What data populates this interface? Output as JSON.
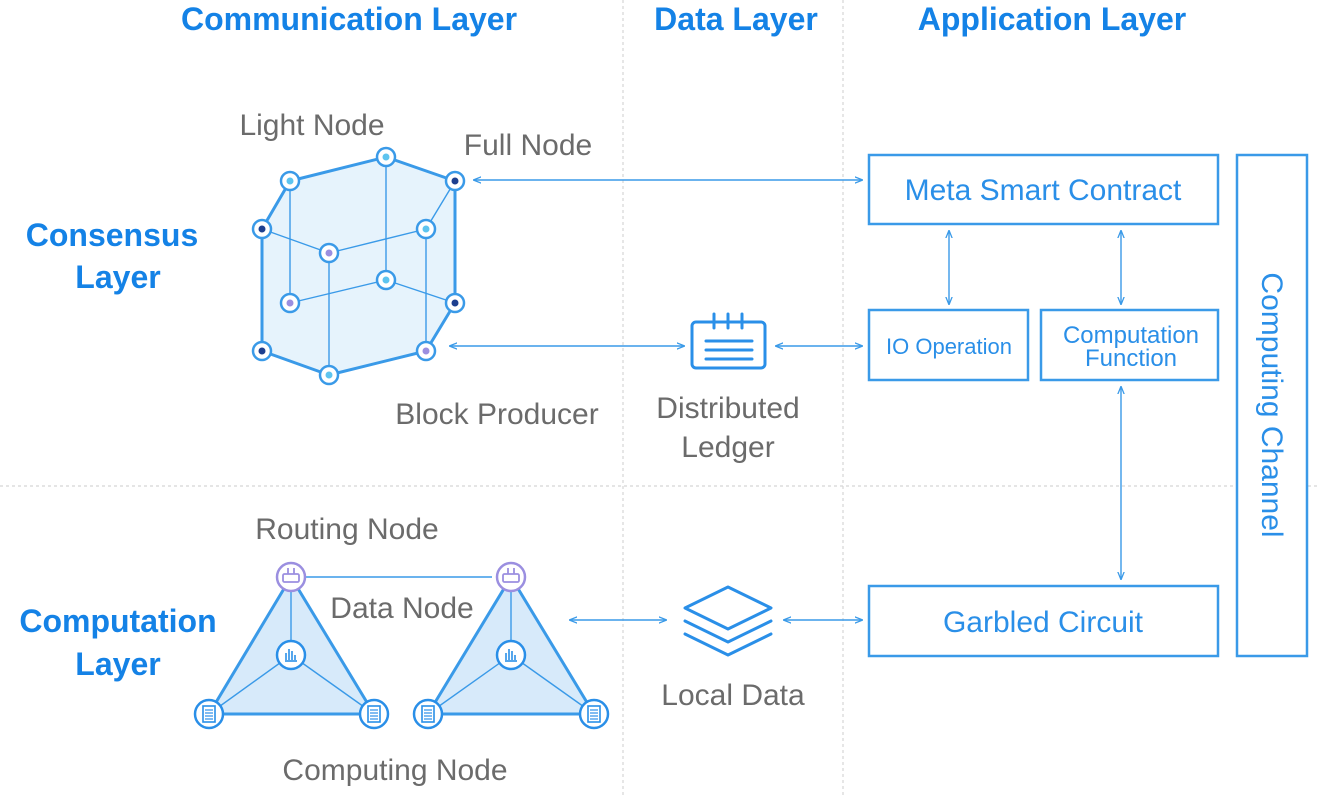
{
  "columns": {
    "communication": "Communication Layer",
    "data": "Data Layer",
    "application": "Application Layer"
  },
  "rows": {
    "consensus_line1": "Consensus",
    "consensus_line2": "Layer",
    "computation_line1": "Computation",
    "computation_line2": "Layer"
  },
  "consensus": {
    "light_node": "Light Node",
    "full_node": "Full Node",
    "block_producer": "Block Producer"
  },
  "ledger": {
    "line1": "Distributed",
    "line2": "Ledger"
  },
  "computation": {
    "routing_node": "Routing Node",
    "data_node": "Data Node",
    "computing_node": "Computing Node"
  },
  "local_data": "Local Data",
  "application": {
    "meta_smart_contract": "Meta Smart Contract",
    "io_operation": "IO Operation",
    "computation_function_line1": "Computation",
    "computation_function_line2": "Function",
    "garbled_circuit": "Garbled Circuit",
    "computing_channel": "Computing Channel"
  },
  "colors": {
    "title_blue": "#1482e6",
    "line_blue": "#3a9ae8",
    "fill_light_blue": "#e6f3fc",
    "label_gray": "#6b6b6b",
    "divider_gray": "#d5d5d5",
    "router_purple": "#9b8fe0"
  }
}
